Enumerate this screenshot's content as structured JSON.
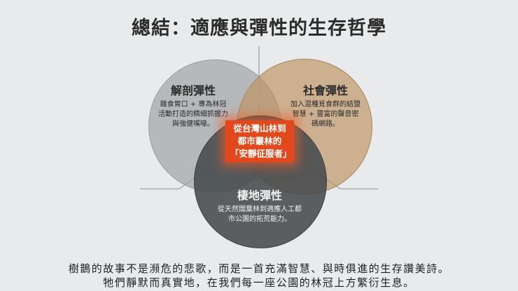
{
  "title": "總結：適應與彈性的生存哲學",
  "venn": {
    "anatomical": {
      "heading": "解剖彈性",
      "body": "雜食胃口 + 專為林冠活動打造的精細抓握力與強健嘴喙。",
      "color": "#b5b8b9"
    },
    "social": {
      "heading": "社會彈性",
      "body": "加入混種覓食群的結盟智慧 + 豐富的聲音密碼網路。",
      "color": "#c9a47c"
    },
    "habitat": {
      "heading": "棲地彈性",
      "body": "從天然闊葉林到適應人工都市公園的拓荒能力。",
      "color": "#55595c"
    },
    "center": {
      "text": "從台灣山林到都市叢林的「安靜征服者」",
      "color": "#e1491c"
    }
  },
  "footer": {
    "line1": "樹鵲的故事不是瀕危的悲歌，而是一首充滿智慧、與時俱進的生存讚美詩。",
    "line2": "牠們靜默而真實地，在我們每一座公園的林冠上方繁衍生息。"
  }
}
